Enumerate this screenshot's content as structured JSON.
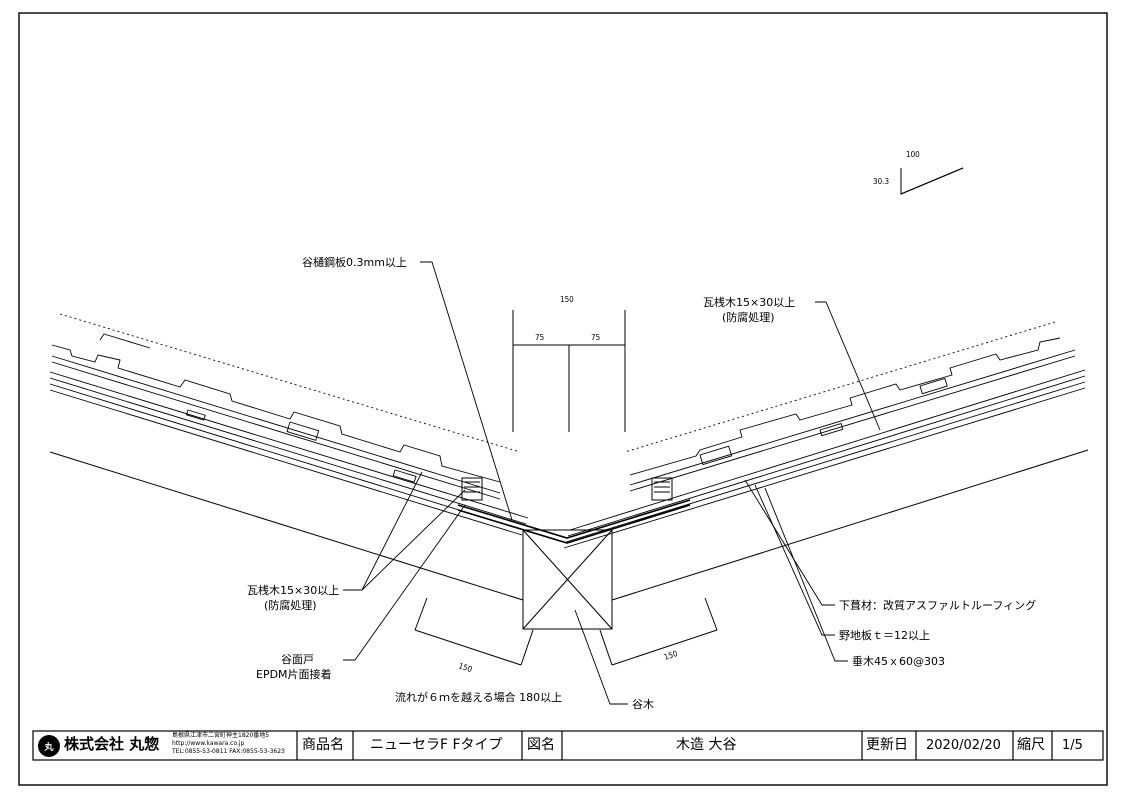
{
  "labels": {
    "gutter": "谷樋鋼板0.3mm以上",
    "batten_right": [
      "瓦桟木15×30以上",
      "(防腐処理)"
    ],
    "batten_left": [
      "瓦桟木15×30以上",
      "(防腐処理)"
    ],
    "valley_face": [
      "谷面戸",
      "EPDM片面接着"
    ],
    "underlay": "下葺材：改質アスファルトルーフィング",
    "sheathing": "野地板ｔ＝12以上",
    "rafter": "垂木45ｘ60@303",
    "valley_timber": "谷木",
    "flow_note": "流れが６ｍを越える場合 180以上"
  },
  "dimensions": {
    "top": "150",
    "half_left": "75",
    "half_right": "75",
    "bottom_left": "150",
    "bottom_right": "150",
    "slope_run": "100",
    "slope_rise": "30.3"
  },
  "title_block": {
    "company_logo": "丸",
    "company_name": "株式会社 丸惣",
    "address": "島根県江津市二宮町神主1820番地5",
    "url": "http://www.kawara.co.jp",
    "tel": "TEL:0855-53-0811 FAX:0855-53-3623",
    "product_label": "商品名",
    "product_value": "ニューセラF Fタイプ",
    "drawing_label": "図名",
    "drawing_value": "木造 大谷",
    "updated_label": "更新日",
    "updated_value": "2020/02/20",
    "scale_label": "縮尺",
    "scale_value": "1/5"
  }
}
